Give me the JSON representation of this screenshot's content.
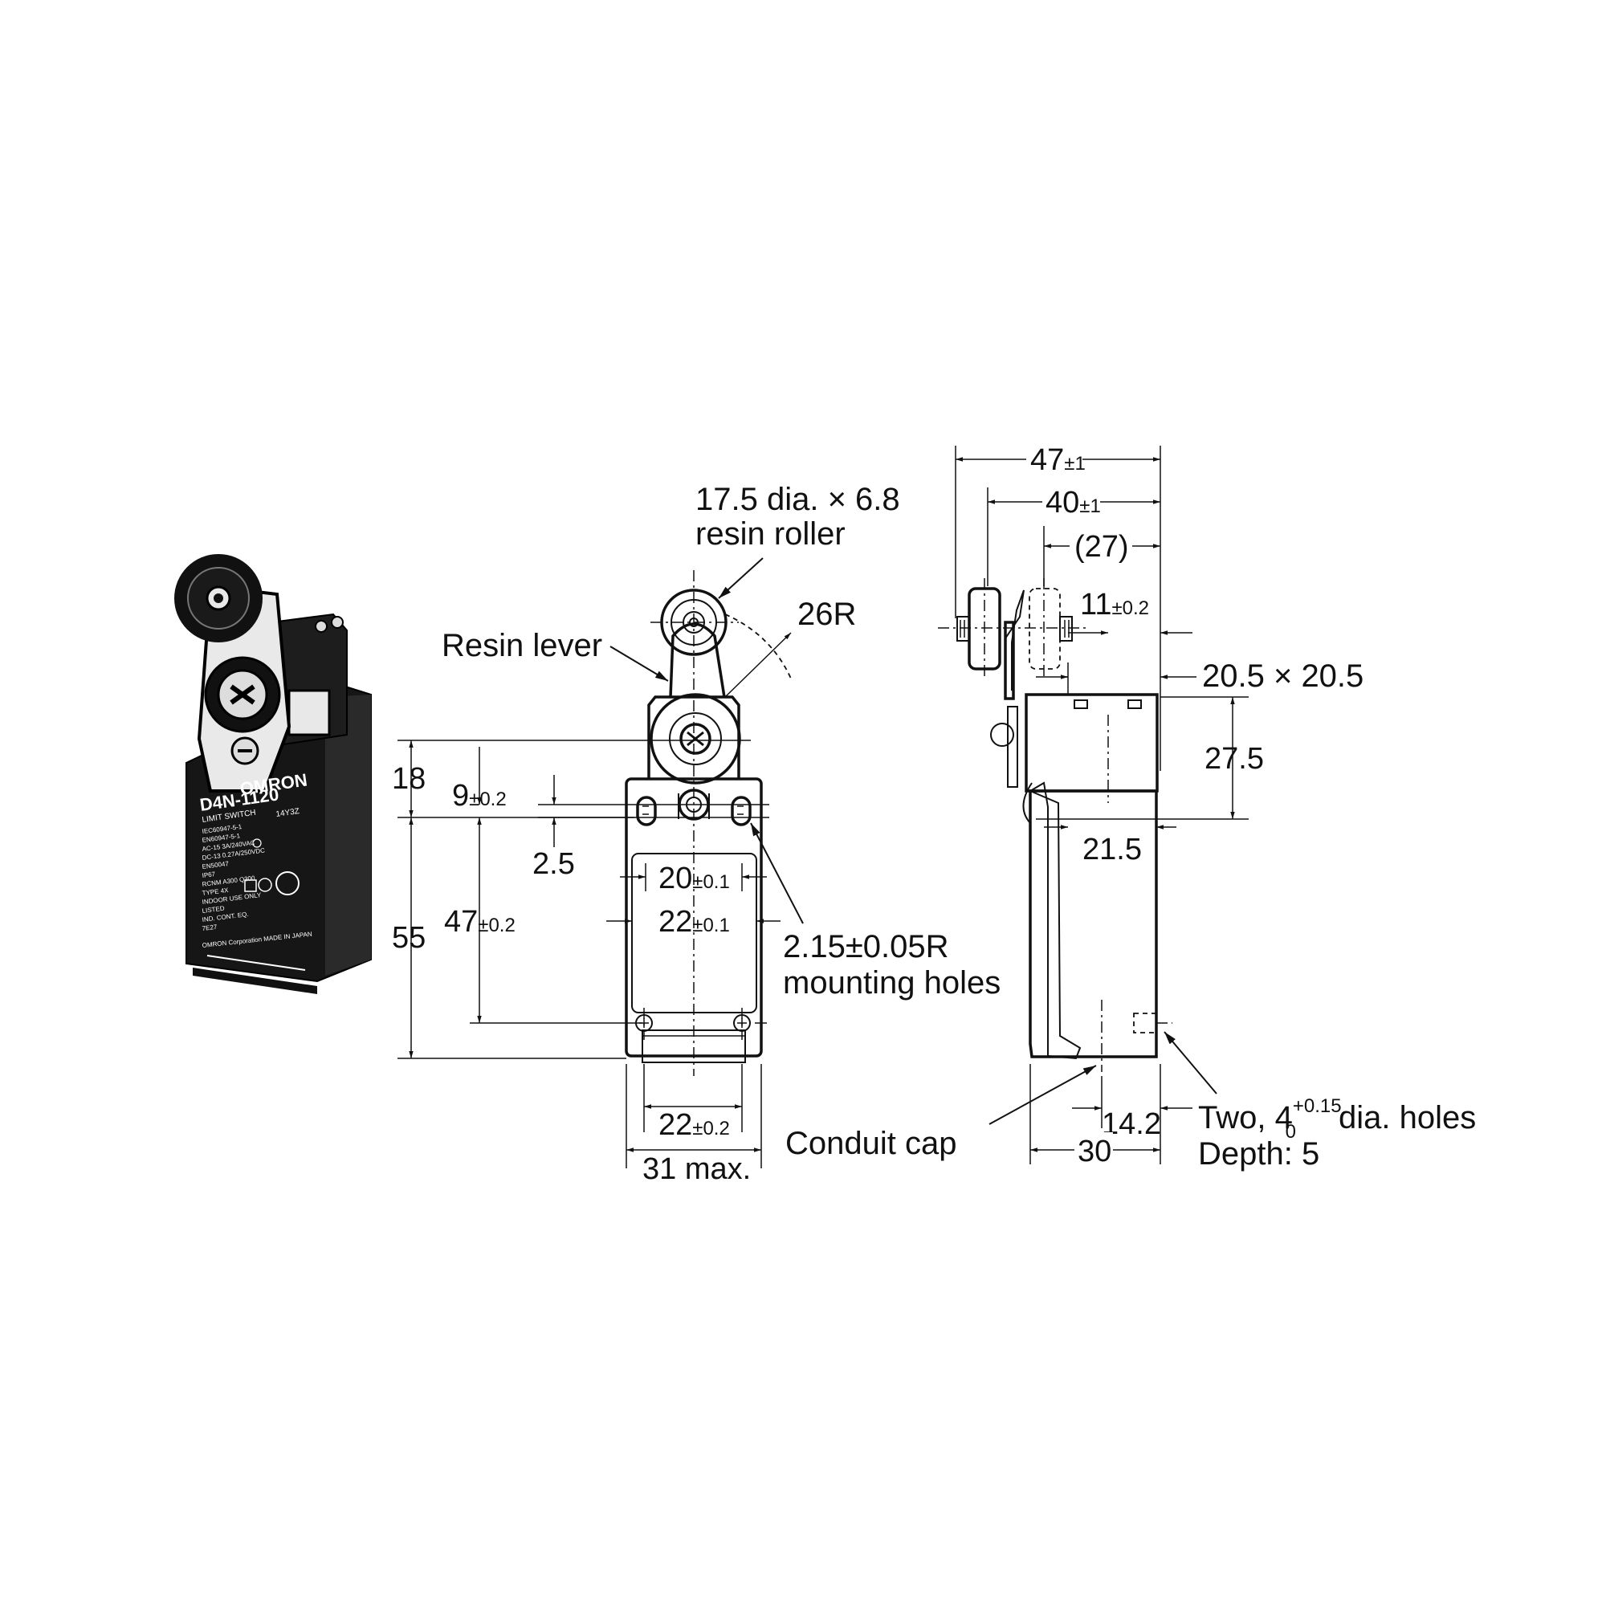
{
  "photo_label": {
    "brand": "OMRON",
    "model": "D4N-1120",
    "subtitle": "LIMIT SWITCH",
    "code": "14Y3Z",
    "specs": [
      "IEC60947-5-1",
      "EN60947-5-1",
      "AC-15 3A/240VAC",
      "DC-13 0.27A/250VDC",
      "EN50047",
      "IP67"
    ],
    "ratings": [
      "RCNM A300 Q300",
      "TYPE 4X",
      "INDOOR USE ONLY",
      "LISTED",
      "IND. CONT. EQ.",
      "7E27"
    ],
    "footer": "OMRON Corporation  MADE IN JAPAN"
  },
  "front_view": {
    "roller_label_line1": "17.5 dia. × 6.8",
    "roller_label_line2": "resin roller",
    "lever_label": "Resin lever",
    "radius_label": "26R",
    "dim_18": "18",
    "dim_9": "9",
    "tol_9": "±0.2",
    "dim_2_5": "2.5",
    "dim_55": "55",
    "dim_47": "47",
    "tol_47": "±0.2",
    "dim_20": "20",
    "tol_20": "±0.1",
    "dim_22_inner": "22",
    "tol_22_inner": "±0.1",
    "holes_line1": "2.15±0.05R",
    "holes_line2": "mounting holes",
    "dim_22_bottom": "22",
    "tol_22_bottom": "±0.2",
    "dim_31": "31 max.",
    "conduit_label": "Conduit cap"
  },
  "side_view": {
    "dim_47": "47",
    "tol_47": "±1",
    "dim_40": "40",
    "tol_40": "±1",
    "dim_27": "(27)",
    "dim_11": "11",
    "tol_11": "±0.2",
    "dim_20_5": "20.5 × 20.5",
    "dim_27_5": "27.5",
    "dim_21_5": "21.5",
    "dim_14_2": "14.2",
    "dim_30": "30",
    "holes_prefix": "Two, 4",
    "holes_sup": "+0.15",
    "holes_sub": "0",
    "holes_suffix": " dia. holes",
    "depth_label": "Depth: 5"
  }
}
